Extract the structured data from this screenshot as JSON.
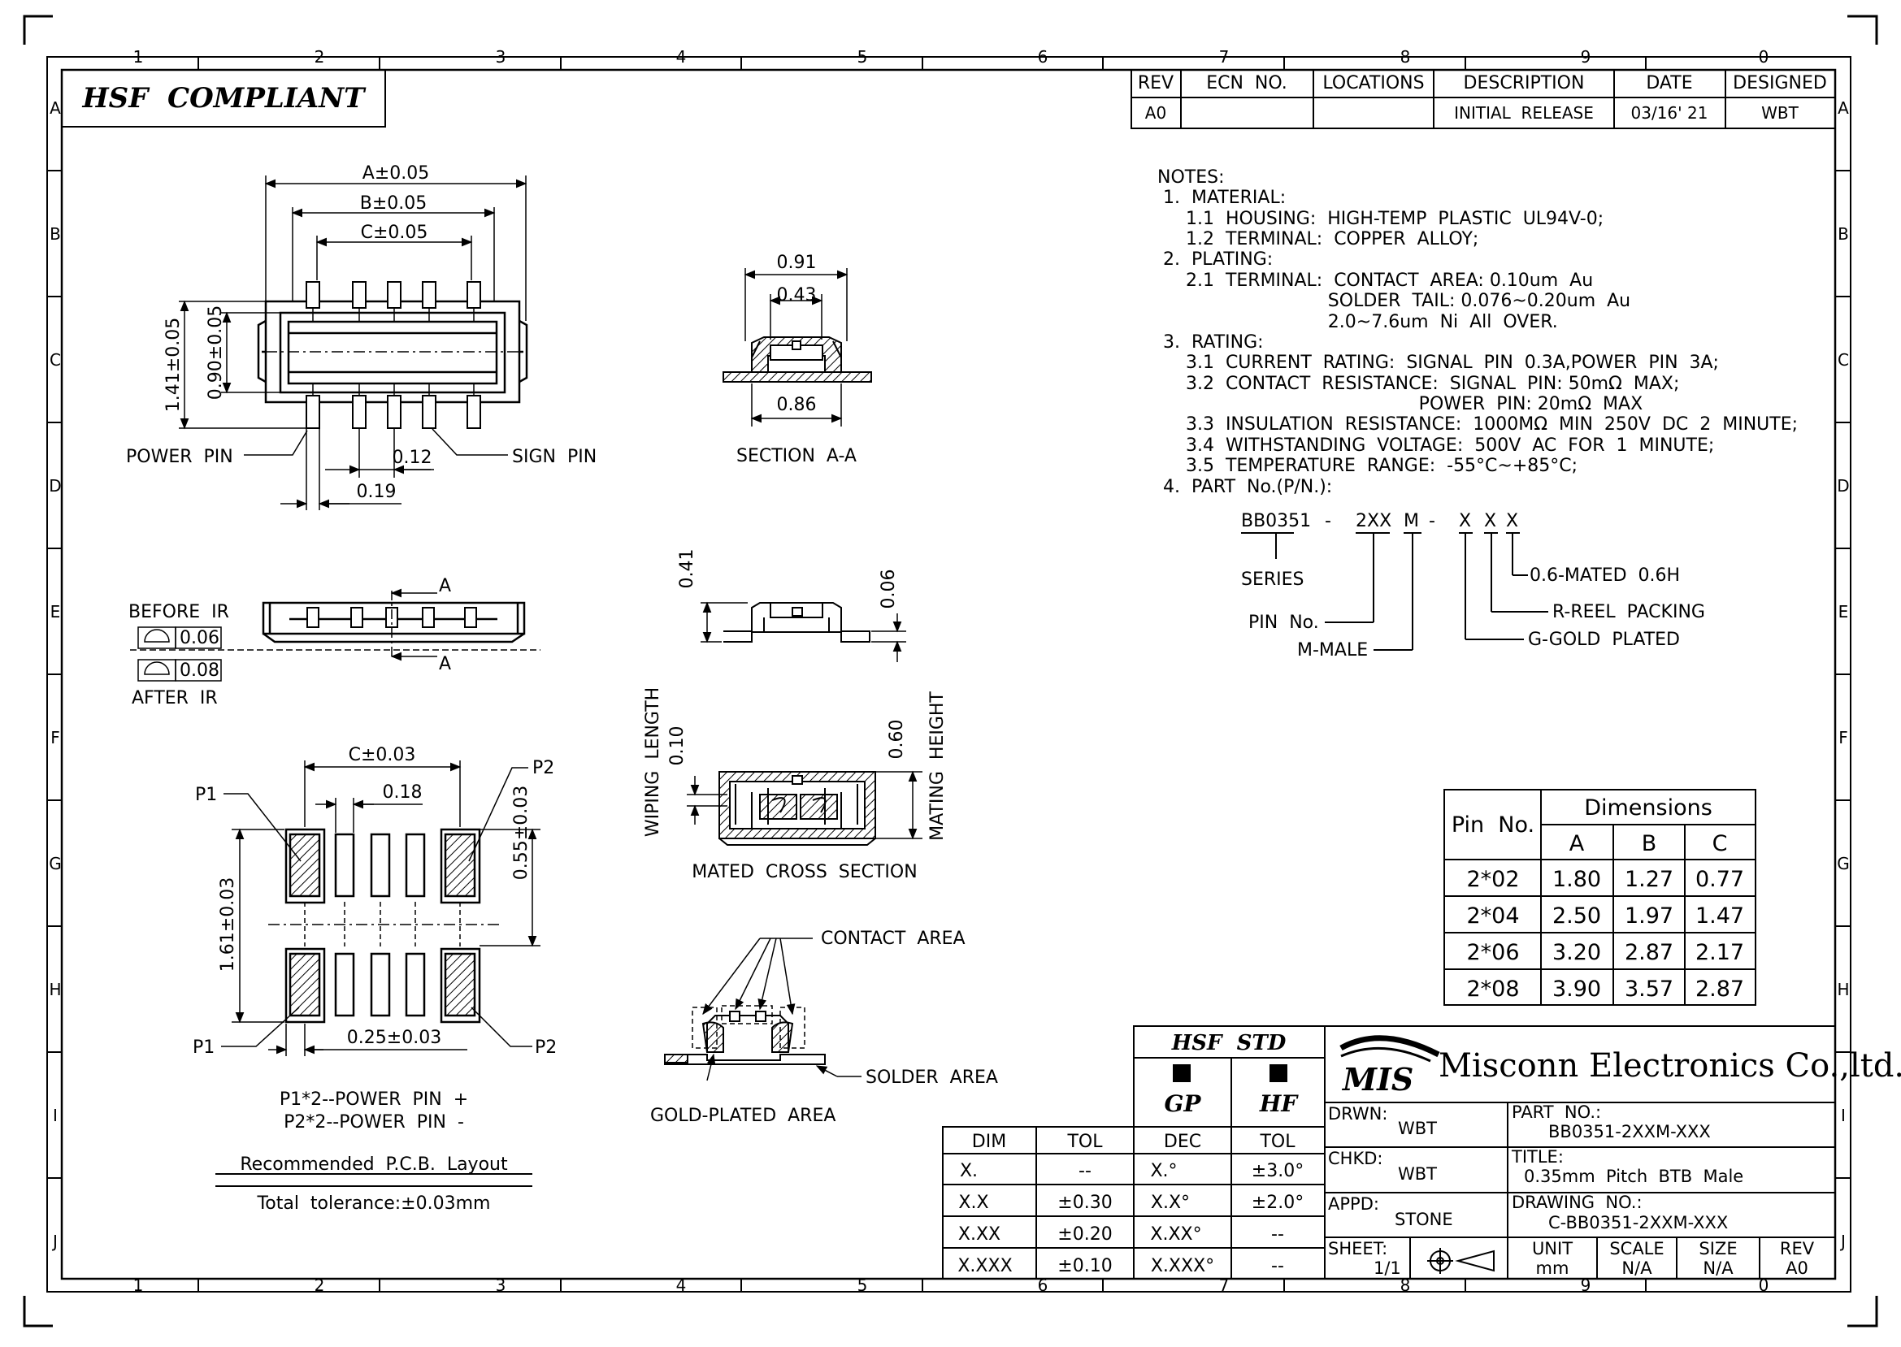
{
  "frame": {
    "cols_top": [
      "1",
      "2",
      "3",
      "4",
      "5",
      "6",
      "7",
      "8",
      "9",
      "0"
    ],
    "rows": [
      "A",
      "B",
      "C",
      "D",
      "E",
      "F",
      "G",
      "H",
      "I",
      "J"
    ]
  },
  "hsf_compliant": "HSF  COMPLIANT",
  "revision": {
    "headers": [
      "REV",
      "ECN  NO.",
      "LOCATIONS",
      "DESCRIPTION",
      "DATE",
      "DESIGNED"
    ],
    "row": [
      "A0",
      "",
      "",
      "INITIAL  RELEASE",
      "03/16' 21",
      "WBT"
    ]
  },
  "notes": [
    "NOTES:",
    " 1.  MATERIAL:",
    "     1.1  HOUSING:  HIGH-TEMP  PLASTIC  UL94V-0;",
    "     1.2  TERMINAL:  COPPER  ALLOY;",
    " 2.  PLATING:",
    "     2.1  TERMINAL:  CONTACT  AREA: 0.10um  Au",
    "                              SOLDER  TAIL: 0.076~0.20um  Au",
    "                              2.0~7.6um  Ni  All  OVER.",
    " 3.  RATING:",
    "     3.1  CURRENT  RATING:  SIGNAL  PIN  0.3A,POWER  PIN  3A;",
    "     3.2  CONTACT  RESISTANCE:  SIGNAL  PIN: 50mΩ  MAX;",
    "                                              POWER  PIN: 20mΩ  MAX",
    "     3.3  INSULATION  RESISTANCE:  1000MΩ  MIN  250V  DC  2  MINUTE;",
    "     3.4  WITHSTANDING  VOLTAGE:  500V  AC  FOR  1  MINUTE;",
    "     3.5  TEMPERATURE  RANGE:  -55°C~+85°C;",
    " 4.  PART  No.(P/N.):"
  ],
  "part_number": {
    "segments": [
      "BB0351",
      "-",
      "2XX",
      "M",
      "-",
      "X",
      "X",
      "X"
    ],
    "series": "SERIES",
    "pin_no": "PIN  No.",
    "male": "M-MALE",
    "gold": "G-GOLD  PLATED",
    "reel": "R-REEL  PACKING",
    "mated": "0.6-MATED  0.6H"
  },
  "dim_table": {
    "pin_header": "Pin  No.",
    "dims_header": "Dimensions",
    "cols": [
      "A",
      "B",
      "C"
    ],
    "rows": [
      [
        "2*02",
        "1.80",
        "1.27",
        "0.77"
      ],
      [
        "2*04",
        "2.50",
        "1.97",
        "1.47"
      ],
      [
        "2*06",
        "3.20",
        "2.87",
        "2.17"
      ],
      [
        "2*08",
        "3.90",
        "3.57",
        "2.87"
      ]
    ]
  },
  "top_view": {
    "a": "A±0.05",
    "b": "B±0.05",
    "c": "C±0.05",
    "h1": "1.41±0.05",
    "h2": "0.90±0.05",
    "power_pin": "POWER  PIN",
    "sign_pin": "SIGN  PIN",
    "d012": "0.12",
    "d019": "0.19"
  },
  "section_aa": {
    "d091": "0.91",
    "d043": "0.43",
    "d086": "0.86",
    "title": "SECTION  A-A"
  },
  "side_view": {
    "before": "BEFORE  IR",
    "after": "AFTER  IR",
    "v1": "0.06",
    "v2": "0.08",
    "a": "A"
  },
  "mated_profile": {
    "d041": "0.41",
    "d006": "0.06"
  },
  "mated_section": {
    "wiping": "WIPING  LENGTH",
    "d010": "0.10",
    "d060": "0.60",
    "mating": "MATING  HEIGHT",
    "title": "MATED  CROSS  SECTION"
  },
  "pcb": {
    "p1": "P1",
    "p2": "P2",
    "c": "C±0.03",
    "d018": "0.18",
    "d055": "0.55±0.03",
    "d161": "1.61±0.03",
    "d025": "0.25±0.03",
    "pwr_plus": "P1*2--POWER  PIN  +",
    "pwr_minus": "P2*2--POWER  PIN  -",
    "title": "Recommended  P.C.B.  Layout",
    "tol": "Total  tolerance:±0.03mm"
  },
  "contact": {
    "contact": "CONTACT  AREA",
    "solder": "SOLDER  AREA",
    "gold": "GOLD-PLATED  AREA"
  },
  "tol_table": {
    "headers": [
      "DIM",
      "TOL",
      "DEC",
      "TOL"
    ],
    "rows": [
      [
        "X.",
        "--",
        "X.°",
        "±3.0°"
      ],
      [
        "X.X",
        "±0.30",
        "X.X°",
        "±2.0°"
      ],
      [
        "X.XX",
        "±0.20",
        "X.XX°",
        "--"
      ],
      [
        "X.XXX",
        "±0.10",
        "X.XXX°",
        "--"
      ]
    ]
  },
  "hsf_std": {
    "title": "HSF  STD",
    "gp": "GP",
    "hf": "HF"
  },
  "title_block": {
    "logo": "MIS",
    "company": "Misconn Electronics Co.,ltd.",
    "drwn_label": "DRWN:",
    "drwn": "WBT",
    "chkd_label": "CHKD:",
    "chkd": "WBT",
    "appd_label": "APPD:",
    "appd": "STONE",
    "part_label": "PART  NO.:",
    "part": "BB0351-2XXM-XXX",
    "title_label": "TITLE:",
    "title": "0.35mm  Pitch  BTB  Male",
    "drawing_label": "DRAWING  NO.:",
    "drawing": "C-BB0351-2XXM-XXX",
    "sheet_label": "SHEET:",
    "sheet": "1/1",
    "unit_label": "UNIT",
    "unit": "mm",
    "scale_label": "SCALE",
    "scale": "N/A",
    "size_label": "SIZE",
    "size": "N/A",
    "rev_label": "REV",
    "rev": "A0"
  }
}
